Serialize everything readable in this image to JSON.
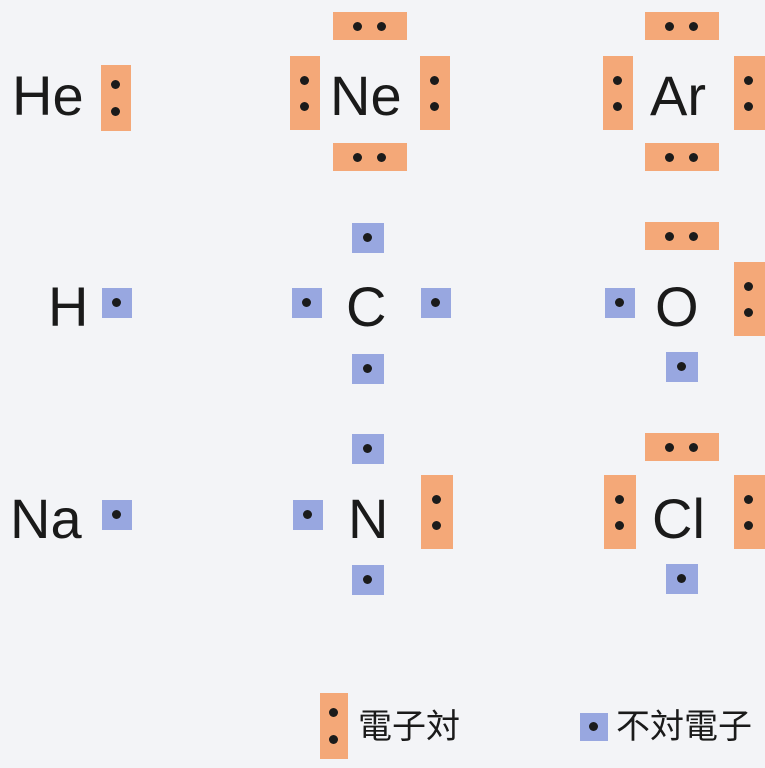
{
  "colors": {
    "pair": "#f4a878",
    "unpaired": "#98a7e0",
    "dot": "#1b1b1b",
    "text": "#1a1a1a"
  },
  "atoms": [
    {
      "symbol": "He",
      "pairs": [
        "right"
      ],
      "unpaired": []
    },
    {
      "symbol": "Ne",
      "pairs": [
        "top",
        "left",
        "right",
        "bottom"
      ],
      "unpaired": []
    },
    {
      "symbol": "Ar",
      "pairs": [
        "top",
        "left",
        "right",
        "bottom"
      ],
      "unpaired": []
    },
    {
      "symbol": "H",
      "pairs": [],
      "unpaired": [
        "right"
      ]
    },
    {
      "symbol": "C",
      "pairs": [],
      "unpaired": [
        "top",
        "left",
        "right",
        "bottom"
      ]
    },
    {
      "symbol": "O",
      "pairs": [
        "top",
        "right"
      ],
      "unpaired": [
        "left",
        "bottom"
      ]
    },
    {
      "symbol": "Na",
      "pairs": [],
      "unpaired": [
        "right"
      ]
    },
    {
      "symbol": "N",
      "pairs": [
        "right"
      ],
      "unpaired": [
        "top",
        "left",
        "bottom"
      ]
    },
    {
      "symbol": "Cl",
      "pairs": [
        "top",
        "left",
        "right"
      ],
      "unpaired": [
        "bottom"
      ]
    }
  ],
  "legend": {
    "pair_label": "電子対",
    "unpaired_label": "不対電子"
  }
}
